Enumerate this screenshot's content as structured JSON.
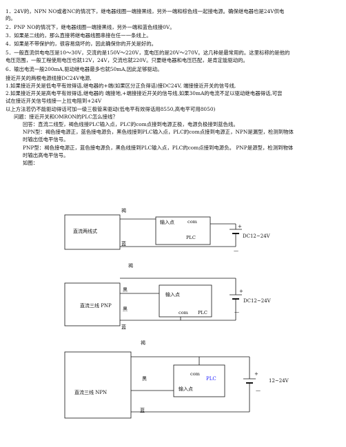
{
  "paragraphs": {
    "p1a": "1．24V的，NPN NO或者NC的情况下，继电器线圈一端接黑线，另外一端和棕色线一起接电源。确保继电器也是24V供电",
    "p1b": "的。",
    "p2": "2．PNP NO的情况下，继电器线圈一端接黑线，另外一端和蓝色线接0V。",
    "p3": "3．如果是二线的，那么直接将继电器线圈串接在任一一条线上。",
    "p4": "4．如果是不带保护的，很容易烧坏的，因此确保你的开关是好的。",
    "p5a": "5．一般直流供电电压是10～30V，交流的是150V～220V，宽电压的是20V～270V。这几种是最常用的。这里标称的是他的",
    "p5b": "电压范围，一般工程使用电压也就12V，24V，交流也就220V。只要继电器和电压匹配，是肯定能驱动的。",
    "p6": "6．输出电流一般200mA,驱动继电器最多也就50mA,因此足够驱动。",
    "p7": "接近开关的两根电源线接DC24V电源,",
    "p8": "1.如果接近开关是低电平有效得话,继电器的+端(如果区分正负得话)接DC24V, 端接接近开关的信号线,",
    "p9a": "2.如果接近开关是高电平有效得话,继电器的 端接地,+端接接近开关的信号线,如果30mA的电流不足以驱动继电器得话,可尝",
    "p9b": "试在接近开关信号线接一上拉电阻到+24V",
    "p10": "以上方法若仍不能驱动得话可加一级三极管来驱动(低电平有效得话用8550,高电平可用8050)",
    "q": "问题：接近开关和OMRON的PLC怎么接线？",
    "a1": "回答：直流二线型，褐色线接PLC输入点，PLC的com点接到电源正极，电源负极接到蓝色线。",
    "a2a": "NPN型：褐色接电源正，蓝色接电源负，黑色线接到PLC输入点，PLC的com点接到电源正，NPN是漏型，检测到物体",
    "a2b": "时输出低电平信号。",
    "a3a": "PNP型：褐色接电源正，蓝色接电源负，黑色线接到PLC输入点，PLC的com点接到电源负。 PNP是源型，检测到物体",
    "a3b": "时输出高电平信号。",
    "fig": "如图："
  },
  "diagrams": {
    "d1": {
      "title": "直流两线式",
      "brown": "褐",
      "blue": "蓝",
      "input": "输入点",
      "com": "com",
      "plc": "PLC",
      "plus": "+",
      "minus": "—",
      "volt": "DC12~24V"
    },
    "d2": {
      "title": "直流三线 PNP",
      "brown": "褐",
      "black": "黑",
      "blue": "蓝",
      "input": "输入点",
      "com": "com",
      "plc": "PLC",
      "plus": "+",
      "minus": "—",
      "volt": "DC12~24V"
    },
    "d3": {
      "title": "直流三线 NPN",
      "brown": "褐",
      "black": "黑",
      "blue": "蓝",
      "input": "输入点",
      "com": "com",
      "plc": "PLC",
      "plus": "+",
      "minus": "—",
      "volt": "12~24V"
    }
  }
}
